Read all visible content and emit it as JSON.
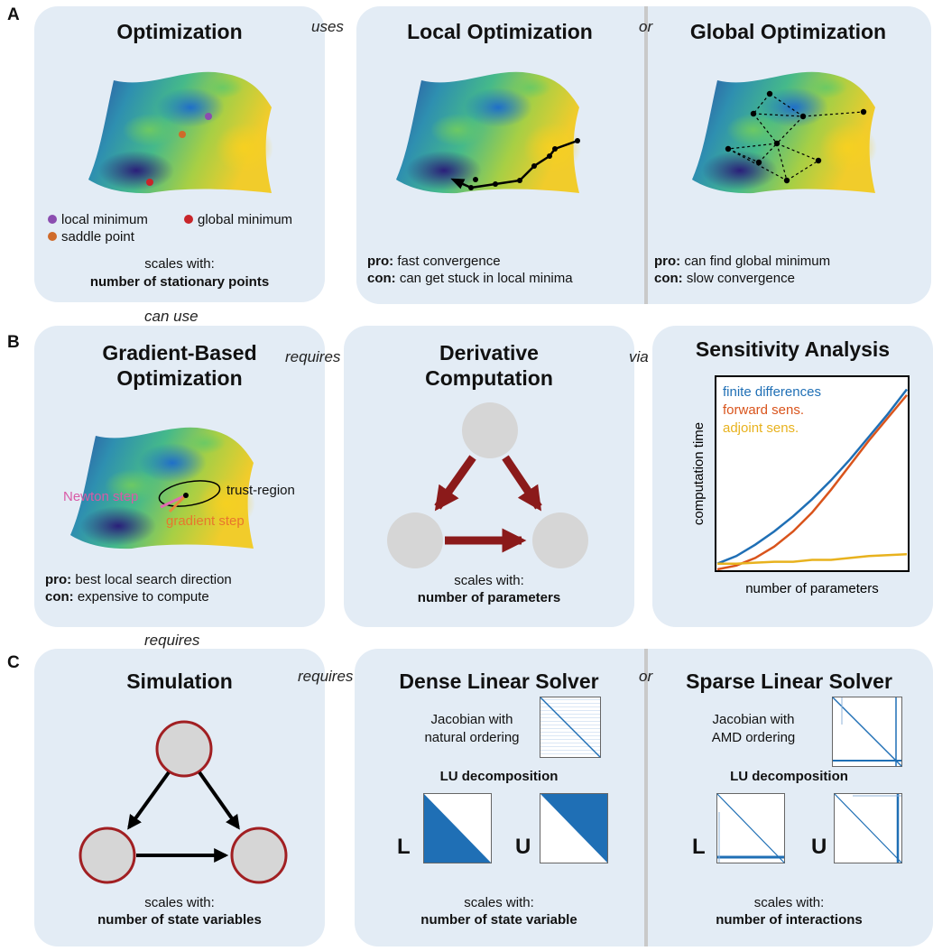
{
  "rows": {
    "A": {
      "letter": "A",
      "panels": {
        "optimization": {
          "title": "Optimization",
          "legend": [
            "local minimum",
            "global minimum",
            "saddle point"
          ],
          "scales_label": "scales with:",
          "scales_value": "number of stationary points"
        },
        "local": {
          "title": "Local Optimization",
          "pro_label": "pro:",
          "pro_text": "fast convergence",
          "con_label": "con:",
          "con_text": "can get stuck in local minima"
        },
        "global": {
          "title": "Global Optimization",
          "pro_label": "pro:",
          "pro_text": "can find global minimum",
          "con_label": "con:",
          "con_text": "slow convergence"
        }
      },
      "connectors": [
        "uses",
        "or"
      ]
    },
    "B": {
      "letter": "B",
      "panels": {
        "gradient": {
          "title_line1": "Gradient-Based",
          "title_line2": "Optimization",
          "labels": [
            "Newton step",
            "trust-region",
            "gradient step"
          ],
          "pro_label": "pro:",
          "pro_text": "best local search direction",
          "con_label": "con:",
          "con_text": "expensive to compute"
        },
        "derivative": {
          "title_line1": "Derivative",
          "title_line2": "Computation",
          "scales_label": "scales with:",
          "scales_value": "number of parameters"
        },
        "sensitivity": {
          "title": "Sensitivity Analysis"
        }
      },
      "connectors": [
        "can use",
        "requires",
        "via"
      ]
    },
    "C": {
      "letter": "C",
      "panels": {
        "simulation": {
          "title": "Simulation",
          "scales_label": "scales with:",
          "scales_value": "number of state variables"
        },
        "dense": {
          "title": "Dense Linear Solver",
          "jacobian_line1": "Jacobian with",
          "jacobian_line2": "natural ordering",
          "lu": "LU decomposition",
          "L": "L",
          "U": "U",
          "scales_label": "scales with:",
          "scales_value": "number of state variable"
        },
        "sparse": {
          "title": "Sparse Linear Solver",
          "jacobian_line1": "Jacobian with",
          "jacobian_line2": "AMD ordering",
          "lu": "LU decomposition",
          "L": "L",
          "U": "U",
          "scales_label": "scales with:",
          "scales_value": "number of interactions"
        }
      },
      "connectors": [
        "requires",
        "requires",
        "or"
      ]
    }
  },
  "chart_data": {
    "type": "line",
    "xlabel": "number of parameters",
    "ylabel": "computation time",
    "x": [
      0,
      1,
      2,
      3,
      4,
      5,
      6,
      7,
      8,
      9,
      10
    ],
    "series": [
      {
        "name": "finite differences",
        "color": "#1f6fb5",
        "values": [
          0.03,
          0.07,
          0.13,
          0.2,
          0.28,
          0.37,
          0.47,
          0.58,
          0.7,
          0.82,
          0.95
        ]
      },
      {
        "name": "forward sens.",
        "color": "#d9541c",
        "values": [
          0.0,
          0.02,
          0.06,
          0.12,
          0.2,
          0.3,
          0.42,
          0.55,
          0.68,
          0.8,
          0.92
        ]
      },
      {
        "name": "adjoint sens.",
        "color": "#e8b21e",
        "values": [
          0.03,
          0.03,
          0.035,
          0.04,
          0.04,
          0.05,
          0.05,
          0.06,
          0.07,
          0.075,
          0.08
        ]
      }
    ],
    "grid": false,
    "legend_position": "top-left"
  },
  "colors": {
    "panel": "#e3ecf5",
    "arrow_red": "#8b1a1a",
    "node_grey": "#d6d6d6",
    "node_border": "#a11f22",
    "matrix_blue": "#1f6fb5"
  }
}
